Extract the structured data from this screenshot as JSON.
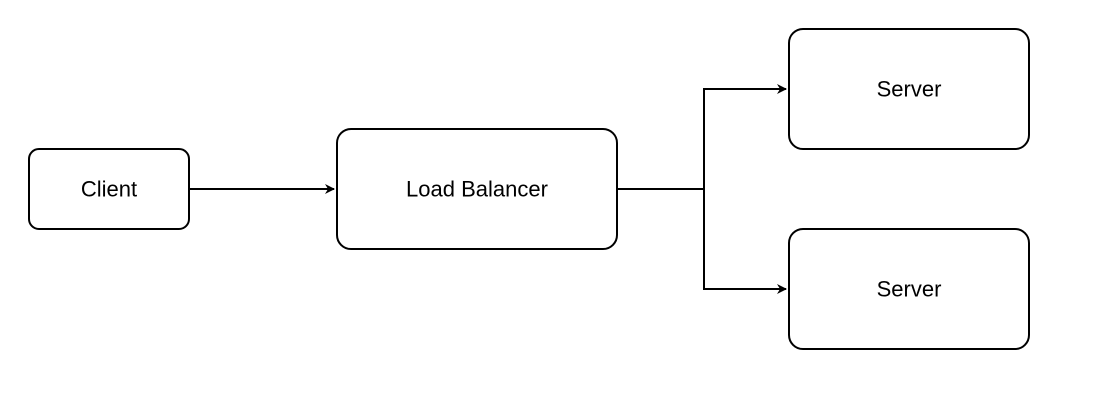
{
  "diagram": {
    "nodes": {
      "client": {
        "label": "Client"
      },
      "load_balancer": {
        "label": "Load Balancer"
      },
      "server_top": {
        "label": "Server"
      },
      "server_bottom": {
        "label": "Server"
      }
    },
    "colors": {
      "stroke": "#000000",
      "fill": "#ffffff",
      "background": "#ffffff"
    }
  }
}
